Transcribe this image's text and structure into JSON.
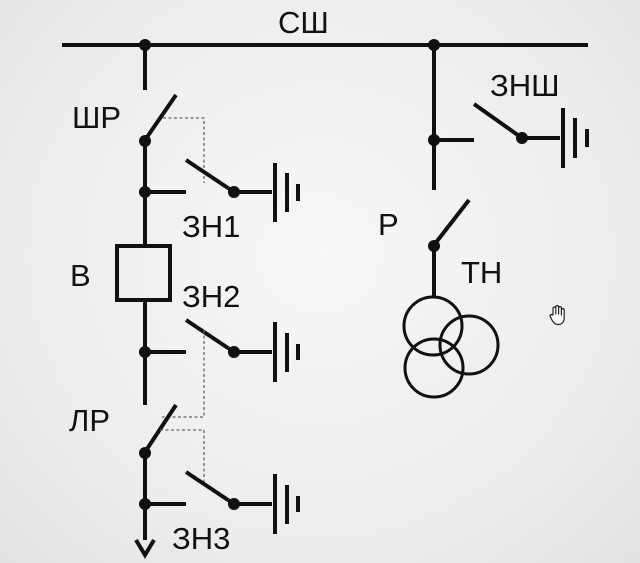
{
  "labels": {
    "busbar": "СШ",
    "busbar_earth": "ЗНШ",
    "bus_disconnector": "ШР",
    "earth_switch_1": "ЗН1",
    "breaker": "В",
    "earth_switch_2": "ЗН2",
    "line_disconnector": "ЛР",
    "earth_switch_3": "ЗН3",
    "vt_disconnector": "Р",
    "voltage_transformer": "ТН"
  },
  "icons": {
    "cursor": "hand-cursor-icon"
  },
  "colors": {
    "line": "#111111",
    "background": "#f0f0f0",
    "interlock_dash": "#666666"
  }
}
